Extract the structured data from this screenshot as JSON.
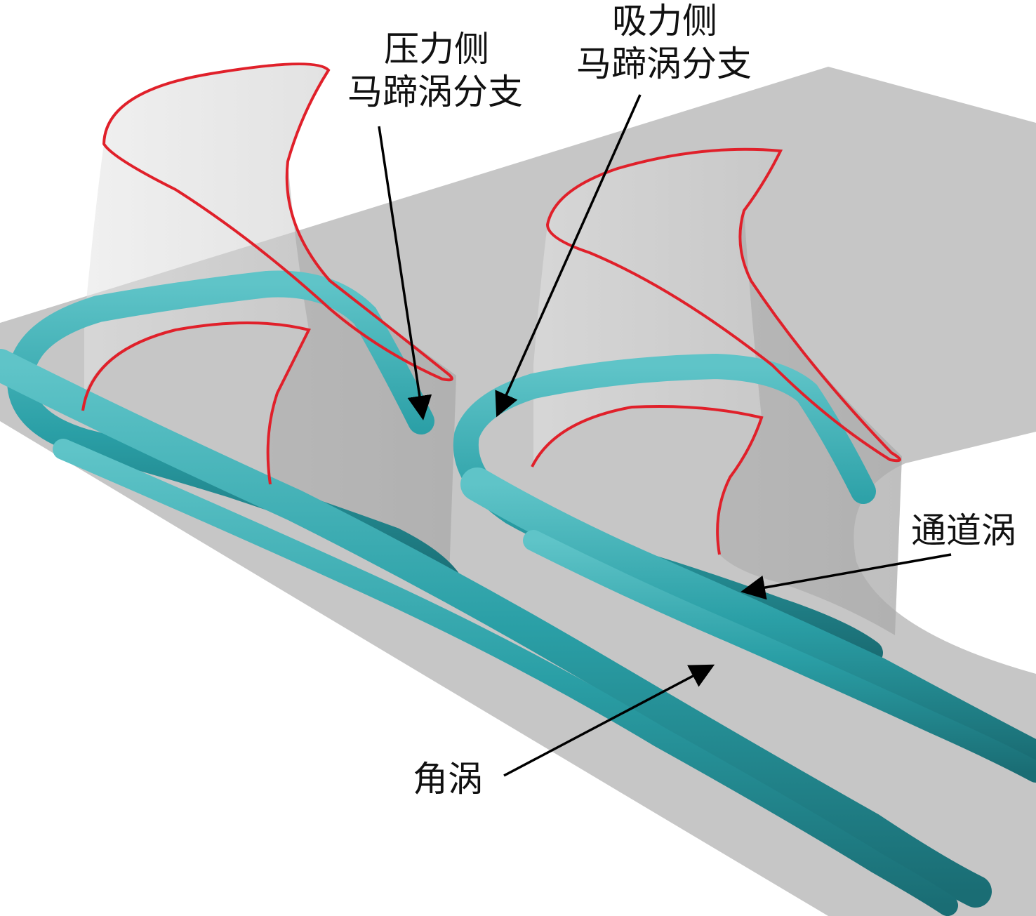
{
  "labels": {
    "pressure_side_branch": {
      "line1": "压力侧",
      "line2": "马蹄涡分支"
    },
    "suction_side_branch": {
      "line1": "吸力侧",
      "line2": "马蹄涡分支"
    },
    "passage_vortex": "通道涡",
    "corner_vortex": "角涡"
  },
  "colors": {
    "endwall": "#c6c6c6",
    "blade_surface": "#d2d2d2",
    "blade_profile_outline": "#e0202a",
    "vortex_isosurface": "#2a9fa6",
    "vortex_highlight": "#5fc4c8",
    "vortex_shadow": "#1a6d74",
    "arrow": "#000000",
    "label_text": "#111111"
  }
}
